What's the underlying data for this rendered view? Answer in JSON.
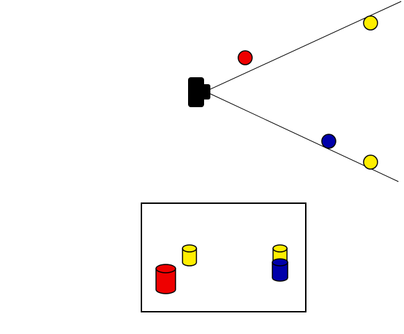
{
  "colors": {
    "background": "#ffffff",
    "outline": "#000000",
    "red": "#ee0000",
    "yellow": "#ffee00",
    "blue": "#0000aa",
    "camera": "#000000"
  },
  "scene": {
    "camera": {
      "icon": "camera-icon"
    },
    "balls": [
      {
        "color": "red"
      },
      {
        "color": "yellow"
      },
      {
        "color": "blue"
      },
      {
        "color": "yellow"
      }
    ]
  },
  "camera_view": {
    "cylinders": [
      {
        "color": "yellow"
      },
      {
        "color": "red"
      },
      {
        "color": "yellow"
      },
      {
        "color": "blue"
      }
    ]
  }
}
